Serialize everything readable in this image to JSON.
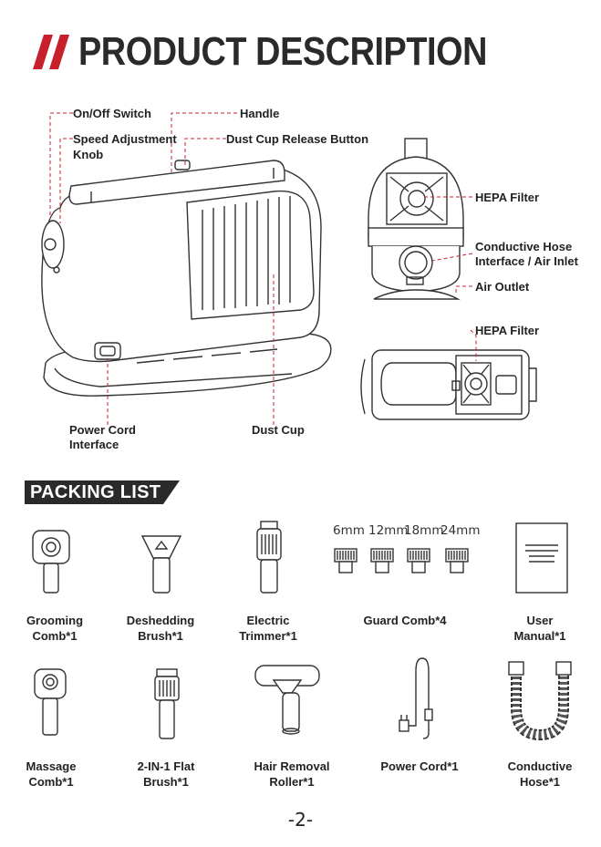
{
  "header": {
    "title": "PRODUCT DESCRIPTION"
  },
  "callouts": {
    "on_off": "On/Off Switch",
    "handle": "Handle",
    "speed_1": "Speed Adjustment",
    "speed_2": "Knob",
    "release": "Dust Cup Release Button",
    "hepa_top": "HEPA Filter",
    "hose_1": "Conductive Hose",
    "hose_2": "Interface / Air Inlet",
    "air_outlet": "Air Outlet",
    "hepa_bottom": "HEPA Filter",
    "power_1": "Power Cord",
    "power_2": "Interface",
    "dust_cup": "Dust Cup"
  },
  "packing": {
    "title": "PACKING LIST",
    "guard_sizes": [
      "6mm",
      "12mm",
      "18mm",
      "24mm"
    ],
    "row1": [
      {
        "line1": "Grooming",
        "line2": "Comb*1"
      },
      {
        "line1": "Deshedding",
        "line2": "Brush*1"
      },
      {
        "line1": "Electric",
        "line2": "Trimmer*1"
      },
      {
        "line1": "Guard Comb*4",
        "line2": ""
      },
      {
        "line1": "User",
        "line2": "Manual*1"
      }
    ],
    "row2": [
      {
        "line1": "Massage",
        "line2": "Comb*1"
      },
      {
        "line1": "2-IN-1 Flat",
        "line2": "Brush*1"
      },
      {
        "line1": "Hair Removal",
        "line2": "Roller*1"
      },
      {
        "line1": "Power Cord*1",
        "line2": ""
      },
      {
        "line1": "Conductive",
        "line2": "Hose*1"
      }
    ]
  },
  "footer": {
    "page_number": "-2-"
  },
  "colors": {
    "accent": "#c8202b",
    "text": "#222222",
    "banner": "#2a2a2a",
    "line": "#333333"
  }
}
